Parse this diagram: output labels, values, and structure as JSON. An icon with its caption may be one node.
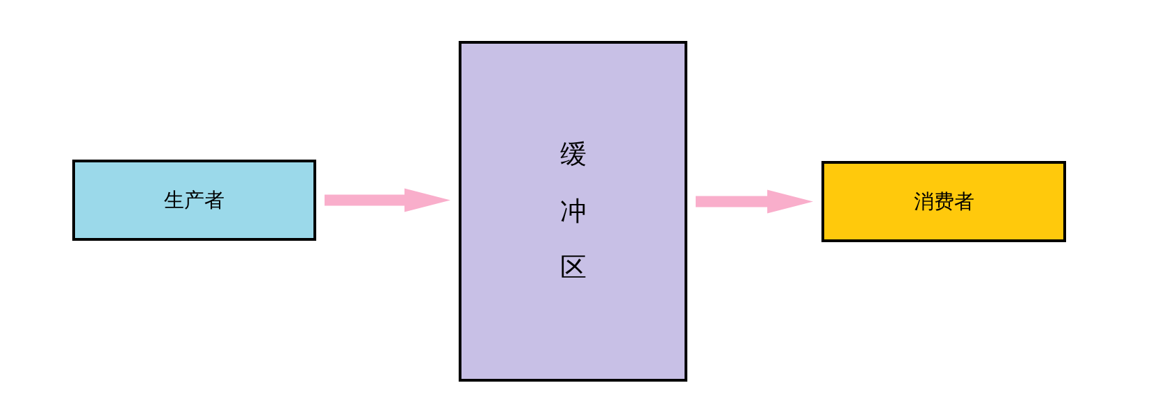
{
  "diagram": {
    "nodes": [
      {
        "text": [
          "生产者"
        ]
      },
      {
        "text": [
          "缓冲区"
        ]
      },
      {
        "text": [
          "消费者"
        ]
      }
    ],
    "edges": [
      {
        "from": 0,
        "to": 1,
        "arrow": "to",
        "color": "#f9aecb"
      },
      {
        "from": 1,
        "to": 2,
        "arrow": "to",
        "color": "#f9aecb"
      }
    ]
  }
}
